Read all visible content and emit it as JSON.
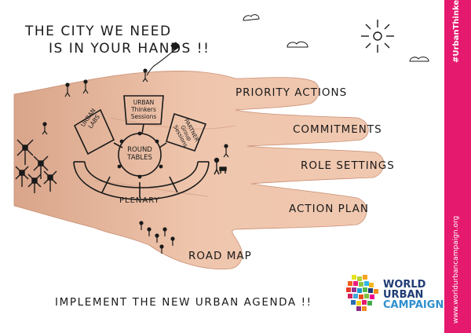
{
  "headline": {
    "line1": "THE CITY WE NEED",
    "line2": "IS IN YOUR HANDS !!"
  },
  "palm": {
    "urban_labs": [
      "URBAN",
      "LABS"
    ],
    "thinkers_sessions": [
      "URBAN",
      "Thinkers",
      "Sessions"
    ],
    "partner_sessions": [
      "PARTNER",
      "Group",
      "Sessions"
    ],
    "round_tables": [
      "ROUND",
      "TABLES"
    ],
    "plenary": "PLENARY"
  },
  "fingers": {
    "priority_actions": "PRIORITY ACTIONS",
    "commitments": "COMMITMENTS",
    "role_settings": "ROLE SETTINGS",
    "action_plan": "ACTION PLAN",
    "road_map": "ROAD MAP"
  },
  "footer": "IMPLEMENT THE NEW URBAN AGENDA !!",
  "sidebar": {
    "hashtag": "#UrbanThinkers",
    "website": "www.worldurbancampaign.org"
  },
  "logo": {
    "line1": "WORLD",
    "line2": "URBAN",
    "line3": "CAMPAIGN"
  },
  "colors": {
    "sidebar": "#e5196e",
    "skin": "#eec2a8",
    "logo_dark": "#1f3c74",
    "logo_light": "#2f8fcf"
  }
}
